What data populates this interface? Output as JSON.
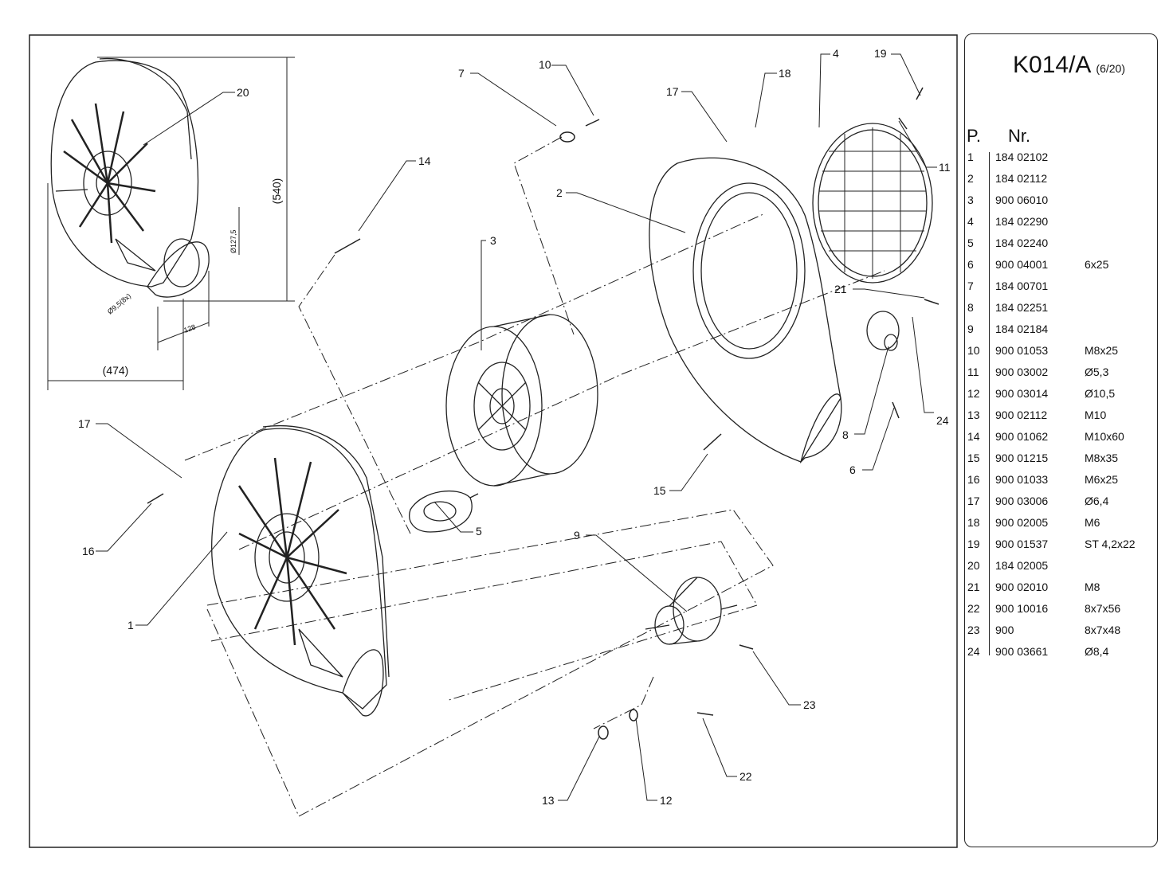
{
  "sheet": {
    "title": "K014/A",
    "page": "(6/20)"
  },
  "parts_table": {
    "col_pos": "P.",
    "col_nr": "Nr.",
    "rows": [
      {
        "pos": "1",
        "nr": "184 02102",
        "spec": ""
      },
      {
        "pos": "2",
        "nr": "184 02112",
        "spec": ""
      },
      {
        "pos": "3",
        "nr": "900 06010",
        "spec": ""
      },
      {
        "pos": "4",
        "nr": "184 02290",
        "spec": ""
      },
      {
        "pos": "5",
        "nr": "184 02240",
        "spec": ""
      },
      {
        "pos": "6",
        "nr": "900 04001",
        "spec": "6x25"
      },
      {
        "pos": "7",
        "nr": "184 00701",
        "spec": ""
      },
      {
        "pos": "8",
        "nr": "184 02251",
        "spec": ""
      },
      {
        "pos": "9",
        "nr": "184 02184",
        "spec": ""
      },
      {
        "pos": "10",
        "nr": "900 01053",
        "spec": "M8x25"
      },
      {
        "pos": "11",
        "nr": "900 03002",
        "spec": "Ø5,3"
      },
      {
        "pos": "12",
        "nr": "900 03014",
        "spec": "Ø10,5"
      },
      {
        "pos": "13",
        "nr": "900 02112",
        "spec": "M10"
      },
      {
        "pos": "14",
        "nr": "900 01062",
        "spec": "M10x60"
      },
      {
        "pos": "15",
        "nr": "900 01215",
        "spec": "M8x35"
      },
      {
        "pos": "16",
        "nr": "900 01033",
        "spec": "M6x25"
      },
      {
        "pos": "17",
        "nr": "900 03006",
        "spec": "Ø6,4"
      },
      {
        "pos": "18",
        "nr": "900 02005",
        "spec": "M6"
      },
      {
        "pos": "19",
        "nr": "900 01537",
        "spec": "ST 4,2x22"
      },
      {
        "pos": "20",
        "nr": "184 02005",
        "spec": ""
      },
      {
        "pos": "21",
        "nr": "900 02010",
        "spec": "M8"
      },
      {
        "pos": "22",
        "nr": "900 10016",
        "spec": "8x7x56"
      },
      {
        "pos": "23",
        "nr": "900",
        "spec": "8x7x48"
      },
      {
        "pos": "24",
        "nr": "900 03661",
        "spec": "Ø8,4"
      }
    ]
  },
  "drawing": {
    "dimensions": {
      "height": "(540)",
      "width": "(474)",
      "outlet_width": "128",
      "outlet_height": "Ø127,5",
      "hole": "Ø9,5(8x)"
    },
    "callouts": [
      "20",
      "7",
      "10",
      "14",
      "17",
      "18",
      "4",
      "19",
      "11",
      "2",
      "3",
      "21",
      "24",
      "8",
      "6",
      "15",
      "16",
      "1",
      "5",
      "9",
      "23",
      "22",
      "13",
      "12"
    ]
  }
}
